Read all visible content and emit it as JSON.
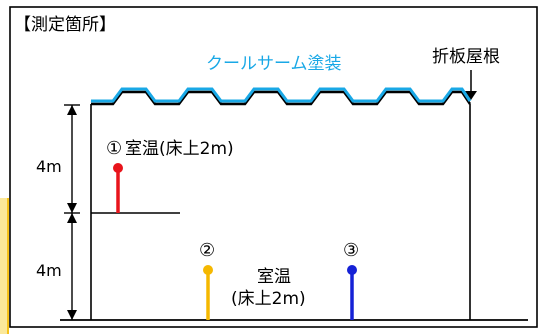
{
  "title": "【測定箇所】",
  "coating_label": "クールサーム塗装",
  "roof_label": "折板屋根",
  "dim_upper": "4m",
  "dim_lower": "4m",
  "point1": {
    "marker": "①",
    "label": "室温(床上2m)",
    "color": "#e8141b"
  },
  "point2": {
    "marker": "②",
    "color": "#f5b800"
  },
  "point3": {
    "marker": "③",
    "color": "#1521d6"
  },
  "room_temp_line1": "室温",
  "room_temp_line2": "(床上2m)",
  "colors": {
    "coating": "#19a8e6",
    "frame": "#000000",
    "left_accent": "#f6c21c"
  }
}
